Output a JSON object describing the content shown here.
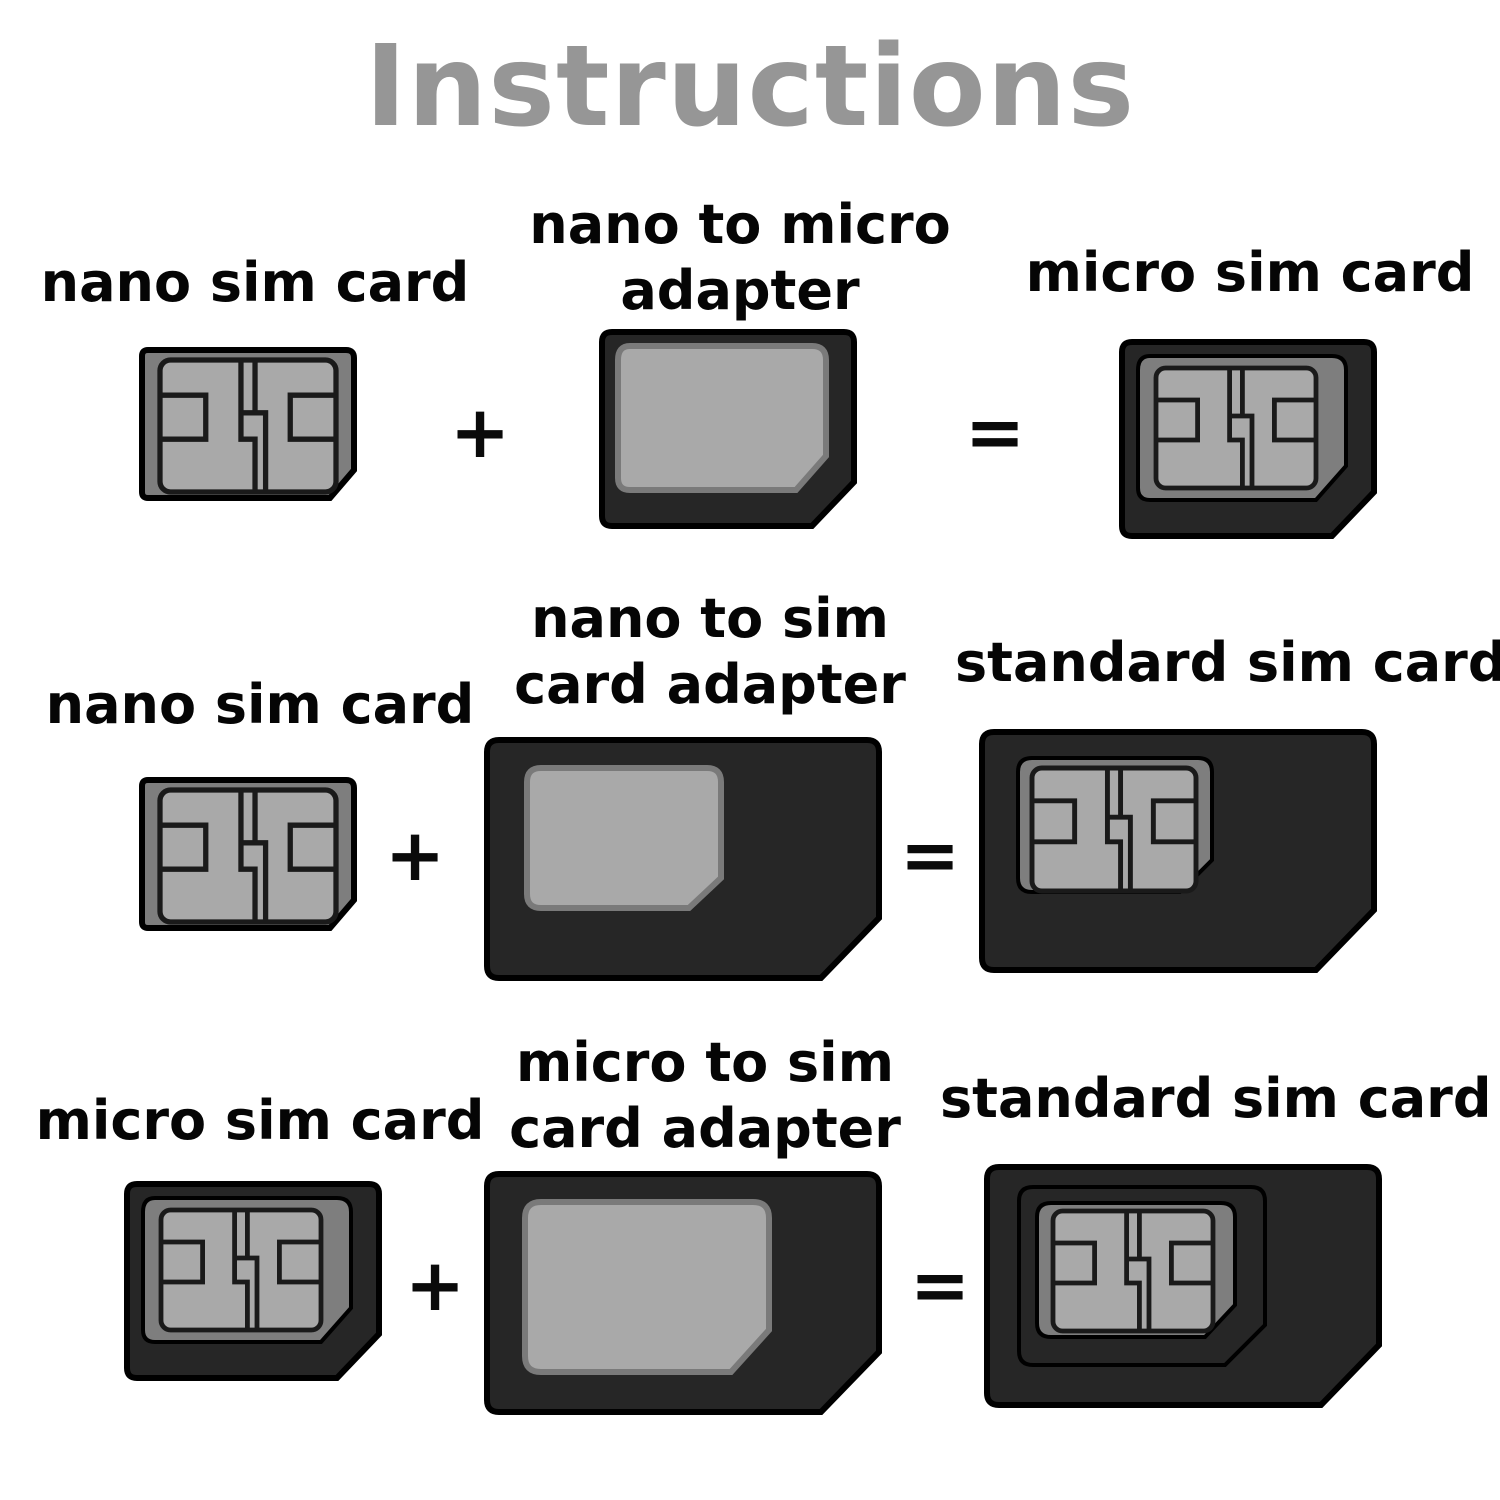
{
  "title": "Instructions",
  "rows": [
    {
      "source": "nano sim card",
      "adapter": [
        "nano to micro",
        "adapter"
      ],
      "result": "micro sim card",
      "plus": "+",
      "equals": "="
    },
    {
      "source": "nano sim card",
      "adapter": [
        "nano to sim",
        "card adapter"
      ],
      "result": "standard sim card",
      "plus": "+",
      "equals": "="
    },
    {
      "source": "micro sim card",
      "adapter": [
        "micro to sim",
        "card adapter"
      ],
      "result": "standard sim card",
      "plus": "+",
      "equals": "="
    }
  ],
  "colors": {
    "title": "#969696",
    "text": "#050505",
    "card_body": "#262626",
    "card_outline": "#000000",
    "chip_border": "#7a7a7a",
    "chip": "#a9a9a9",
    "chip_lines": "#1a1a1a"
  }
}
